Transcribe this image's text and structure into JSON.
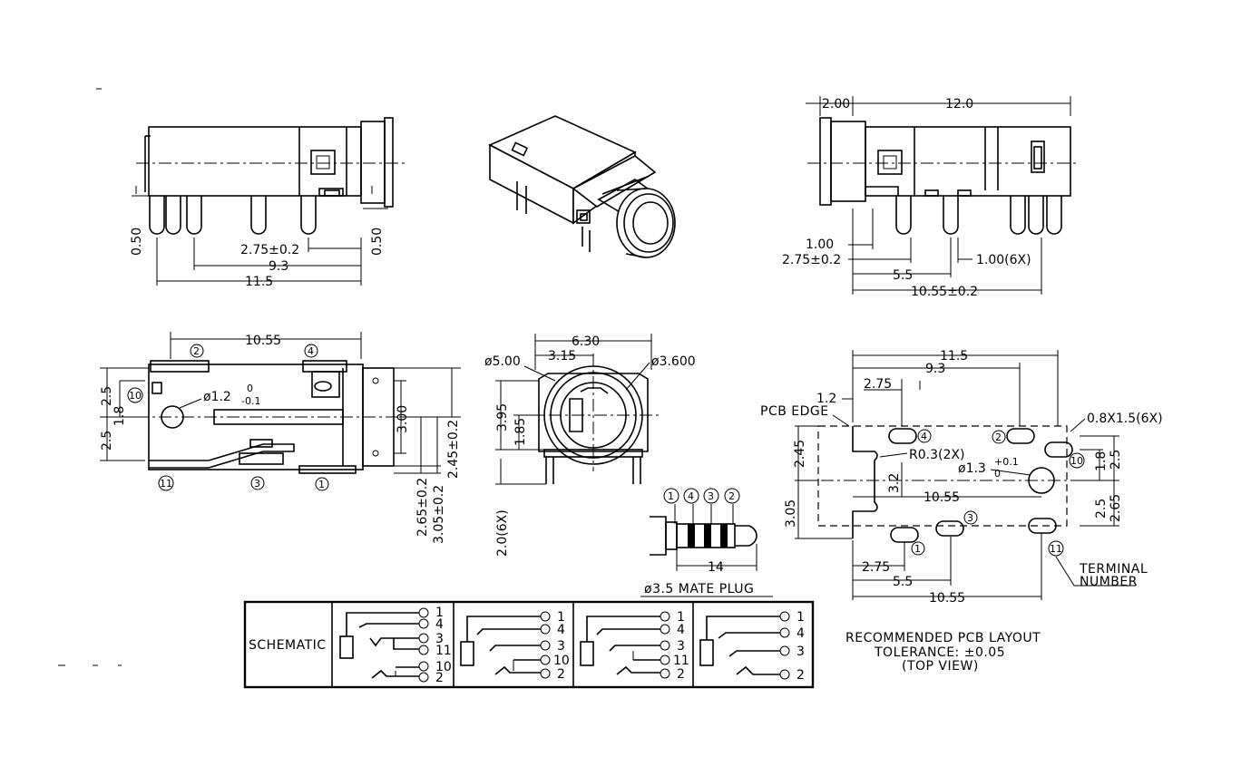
{
  "front_view": {
    "dims": {
      "d050_left": "0.50",
      "d050_right": "0.50",
      "d275": "2.75±0.2",
      "d93": "9.3",
      "d115": "11.5"
    }
  },
  "side_view": {
    "dims": {
      "d200": "2.00",
      "d120": "12.0",
      "d100": "1.00",
      "d275": "2.75±0.2",
      "d55": "5.5",
      "d100x6": "1.00(6X)",
      "d1055": "10.55±0.2"
    }
  },
  "top_view": {
    "dims": {
      "d1055": "10.55",
      "d25": "2.5",
      "d18": "1.8",
      "d25b": "2.5",
      "d12": "ø1.2",
      "d12_upper": "0",
      "d12_lower": "-0.1",
      "d300": "3.00",
      "d245": "2.45±0.2",
      "d265": "2.65±0.2",
      "d305": "3.05±0.2"
    },
    "pins": [
      "2",
      "4",
      "10",
      "11",
      "3",
      "1"
    ]
  },
  "end_view": {
    "dims": {
      "d630": "6.30",
      "d315": "3.15",
      "d500": "ø5.00",
      "d3600": "ø3.600",
      "d395": "3.95",
      "d185": "1.85",
      "d20": "2.0(6X)"
    }
  },
  "plug": {
    "pins": [
      "1",
      "4",
      "3",
      "2"
    ],
    "length": "14",
    "caption": "ø3.5 MATE PLUG"
  },
  "pcb_layout": {
    "dims": {
      "d115": "11.5",
      "d93": "9.3",
      "d275a": "2.75",
      "d12": "1.2",
      "d245": "2.45",
      "r03": "R0.3(2X)",
      "d13": "ø1.3",
      "d13_upper": "+0.1",
      "d13_lower": "0",
      "d32": "3.2",
      "d1055a": "10.55",
      "d305": "3.05",
      "d08x15": "0.8X1.5(6X)",
      "d25": "2.5",
      "d18": "1.8",
      "d25b": "2.5",
      "d265": "2.65",
      "d275b": "2.75",
      "d55": "5.5",
      "d1055b": "10.55"
    },
    "pcb_edge": "PCB EDGE",
    "terminal_number": [
      "TERMINAL",
      "NUMBER"
    ],
    "pins": [
      "4",
      "2",
      "10",
      "1",
      "3",
      "11"
    ],
    "note": [
      "RECOMMENDED PCB LAYOUT",
      "TOLERANCE: ±0.05",
      "(TOP VIEW)"
    ]
  },
  "schematic": {
    "label": "SCHEMATIC",
    "col1": [
      "1",
      "4",
      "3",
      "11",
      "10",
      "2"
    ],
    "col2": [
      "1",
      "4",
      "3",
      "10",
      "2"
    ],
    "col3": [
      "1",
      "4",
      "3",
      "11",
      "2"
    ],
    "col4": [
      "1",
      "4",
      "3",
      "2"
    ]
  }
}
